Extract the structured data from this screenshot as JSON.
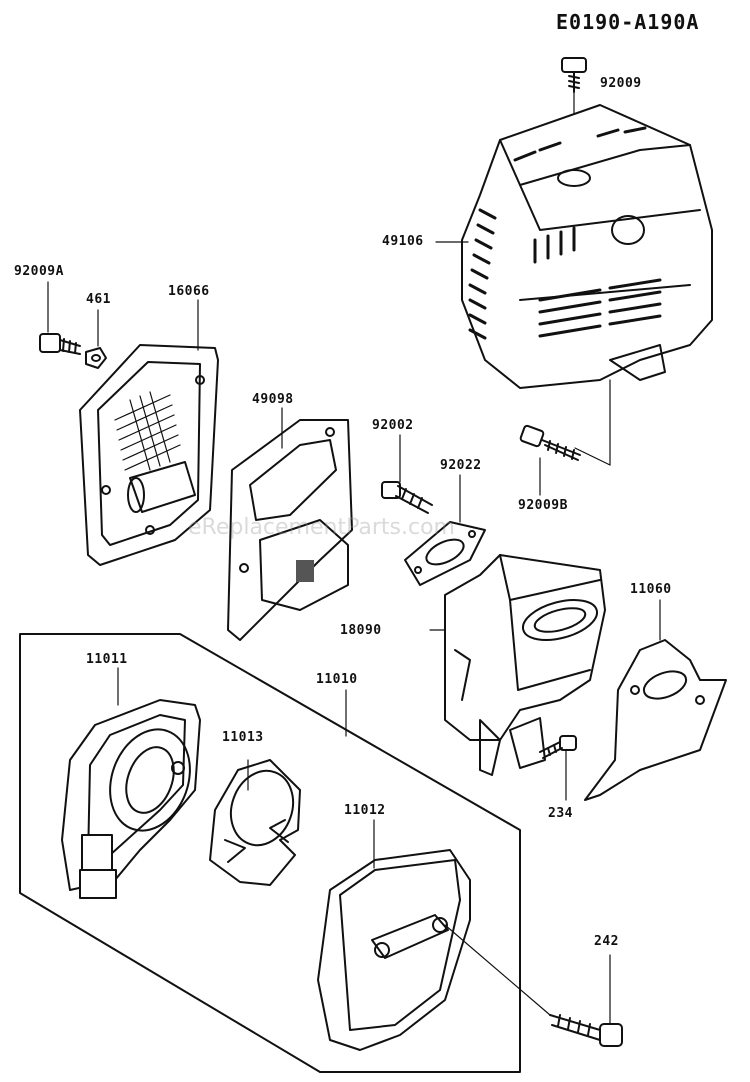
{
  "figure_code": "E0190-A190A",
  "watermark": "eReplacementParts.com",
  "colors": {
    "line": "#111111",
    "shade": "#777777",
    "background": "#ffffff"
  },
  "parts": [
    {
      "id": "92009",
      "name": "bolt"
    },
    {
      "id": "49106",
      "name": "cover-muffler"
    },
    {
      "id": "92009A",
      "name": "bolt"
    },
    {
      "id": "461",
      "name": "nut"
    },
    {
      "id": "16066",
      "name": "element-air-filter"
    },
    {
      "id": "49098",
      "name": "gasket"
    },
    {
      "id": "92002",
      "name": "bolt"
    },
    {
      "id": "92022",
      "name": "gasket"
    },
    {
      "id": "92009B",
      "name": "bolt"
    },
    {
      "id": "18090",
      "name": "muffler"
    },
    {
      "id": "11060",
      "name": "plate"
    },
    {
      "id": "234",
      "name": "screw"
    },
    {
      "id": "11011",
      "name": "case-air-filter"
    },
    {
      "id": "11010",
      "name": "air-cleaner-assembly"
    },
    {
      "id": "11013",
      "name": "element"
    },
    {
      "id": "11012",
      "name": "cover-air-filter"
    },
    {
      "id": "242",
      "name": "bolt-long"
    }
  ]
}
